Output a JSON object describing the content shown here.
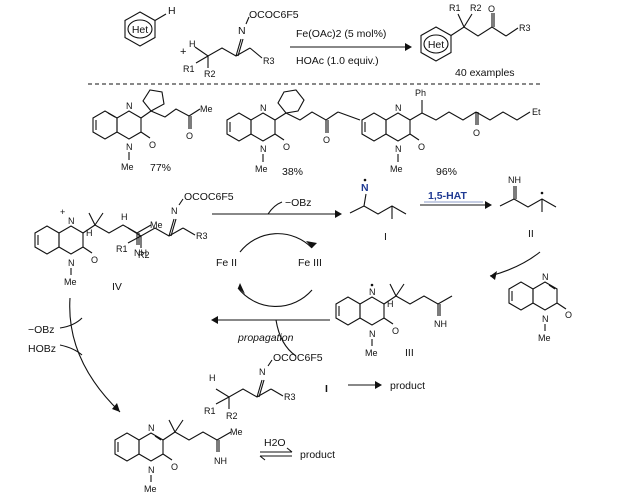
{
  "reaction": {
    "het": "Het",
    "plus": "+",
    "oxime_group": "N",
    "oxime_ester": "OCOC6F5",
    "r1": "R1",
    "r2": "R2",
    "r3": "R3",
    "catalyst": "Fe(OAc)2 (5 mol%)",
    "additive": "HOAc (1.0 equiv.)",
    "product_het": "Het",
    "product_r1": "R1",
    "product_r2": "R2",
    "product_r3": "R3",
    "scope": "40 examples"
  },
  "examples": [
    {
      "n_methyl": "Me",
      "ketone_methyl": "Me",
      "yield": "77%"
    },
    {
      "n_methyl": "Me",
      "yield": "38%"
    },
    {
      "n_methyl": "Me",
      "phenyl": "Ph",
      "ethyl": "Et",
      "yield": "96%"
    }
  ],
  "mechanism": {
    "substrate_oxime": "OCOC6F5",
    "ferrous": "Fe II",
    "ferric": "Fe III",
    "benzoate": "−OBz",
    "iminyl_label": "I",
    "hat_label": "1,5-HAT",
    "hat_color": "#1f3a93",
    "carbon_radical_label": "II",
    "imine_nh": "NH",
    "adduct_label": "III",
    "cation_label": "IV",
    "propagation": "propagation",
    "propagating_oxime": "OCOC6F5",
    "iminyl_out": "I",
    "product_1": "product",
    "benzoate_2": "−OBz",
    "hobz": "HOBz",
    "water": "H2O",
    "product_2": "product",
    "me": "Me",
    "nh": "NH"
  }
}
